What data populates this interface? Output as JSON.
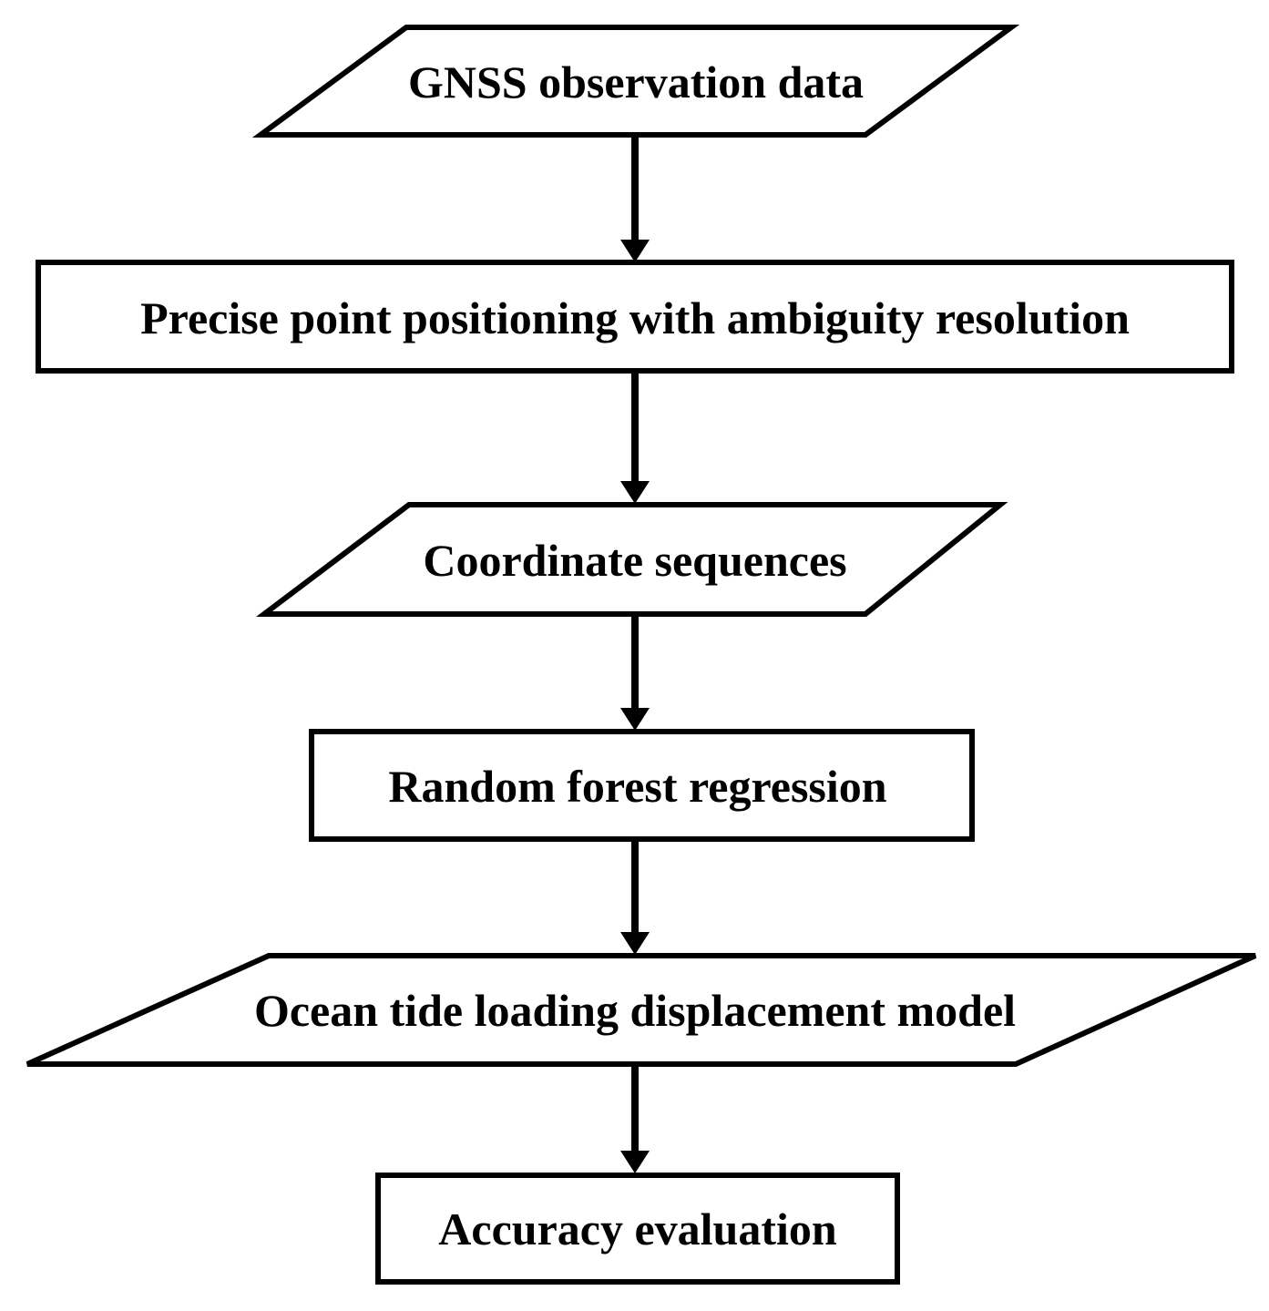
{
  "diagram": {
    "figure_type": "flowchart",
    "colors": {
      "background": "#ffffff",
      "stroke": "#000000",
      "text": "#000000"
    },
    "nodes": [
      {
        "id": "gnss-observation-data",
        "shape": "parallelogram",
        "role": "data",
        "label": "GNSS observation data"
      },
      {
        "id": "precise-point-positioning",
        "shape": "rectangle",
        "role": "process",
        "label": "Precise point positioning with ambiguity resolution"
      },
      {
        "id": "coordinate-sequences",
        "shape": "parallelogram",
        "role": "data",
        "label": "Coordinate sequences"
      },
      {
        "id": "random-forest-regression",
        "shape": "rectangle",
        "role": "process",
        "label": "Random forest regression"
      },
      {
        "id": "ocean-tide-loading-displacement-model",
        "shape": "parallelogram",
        "role": "data",
        "label": "Ocean tide loading displacement model"
      },
      {
        "id": "accuracy-evaluation",
        "shape": "rectangle",
        "role": "process",
        "label": "Accuracy evaluation"
      }
    ],
    "edges": [
      {
        "from": "gnss-observation-data",
        "to": "precise-point-positioning",
        "direction": "down"
      },
      {
        "from": "precise-point-positioning",
        "to": "coordinate-sequences",
        "direction": "down"
      },
      {
        "from": "coordinate-sequences",
        "to": "random-forest-regression",
        "direction": "down"
      },
      {
        "from": "random-forest-regression",
        "to": "ocean-tide-loading-displacement-model",
        "direction": "down"
      },
      {
        "from": "ocean-tide-loading-displacement-model",
        "to": "accuracy-evaluation",
        "direction": "down"
      }
    ]
  }
}
